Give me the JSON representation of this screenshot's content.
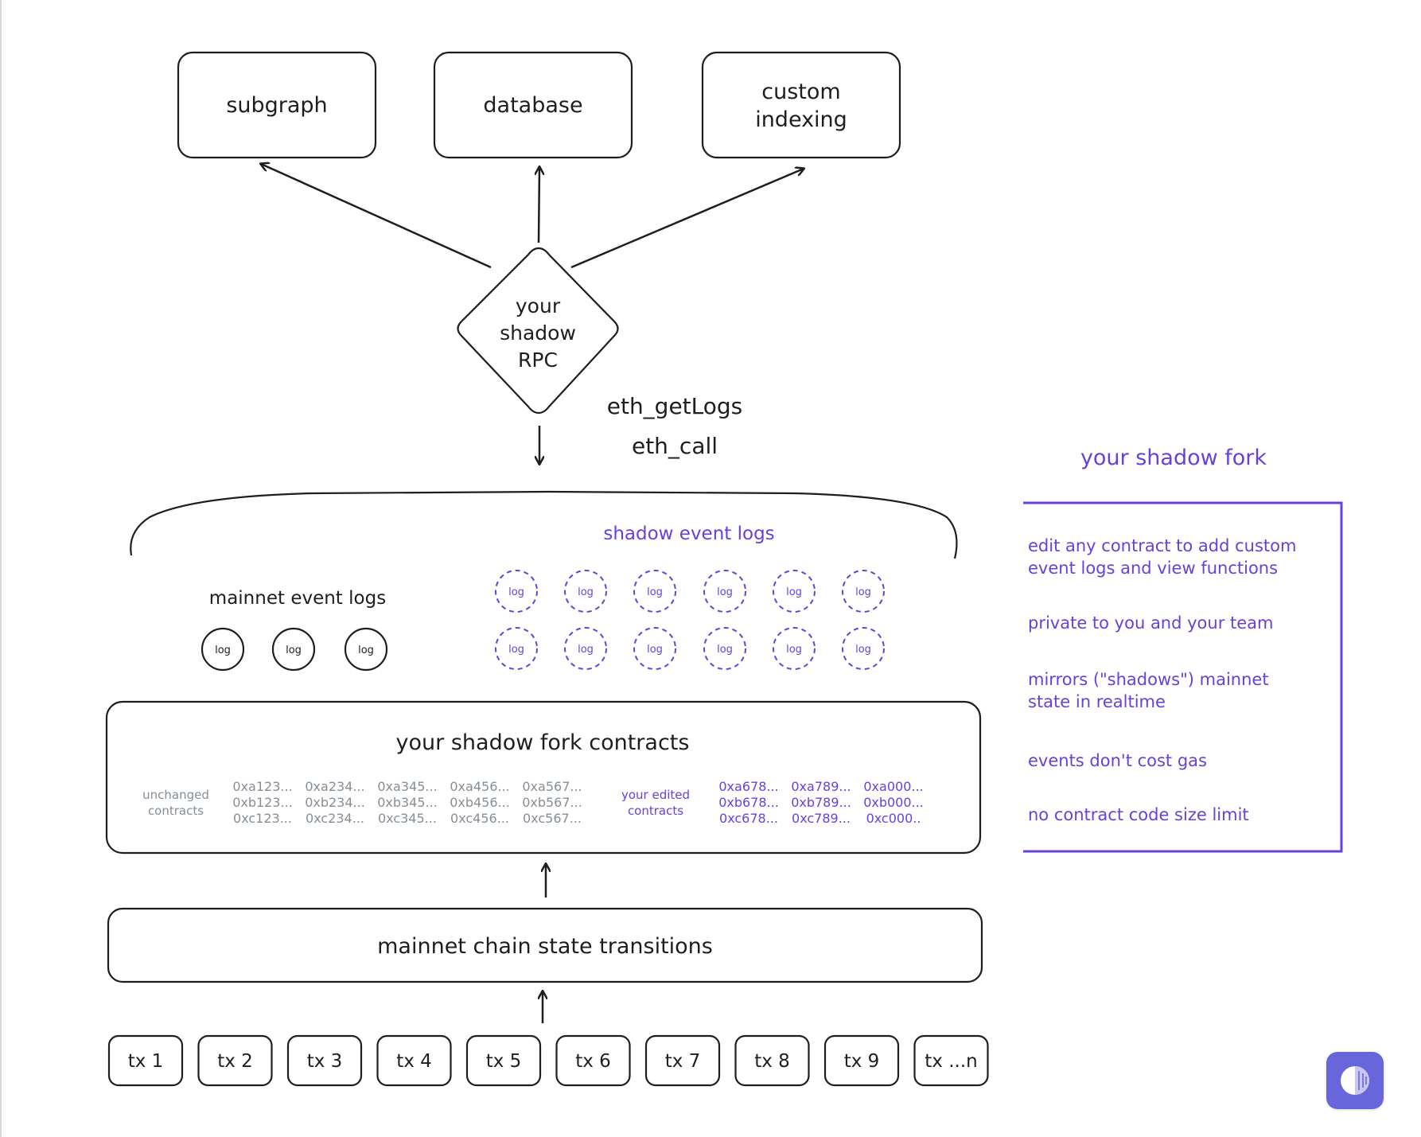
{
  "top_boxes": [
    "subgraph",
    "database",
    "custom",
    "indexing"
  ],
  "rpc": {
    "line1": "your",
    "line2": "shadow",
    "line3": "RPC"
  },
  "rpc_methods": [
    "eth_getLogs",
    "eth_call"
  ],
  "shadow_logs_title": "shadow event logs",
  "mainnet_logs_title": "mainnet event logs",
  "log_label": "log",
  "contracts": {
    "title": "your shadow fork contracts",
    "unchanged_label": [
      "unchanged",
      "contracts"
    ],
    "edited_label": [
      "your edited",
      "contracts"
    ],
    "unchanged_addresses": [
      [
        "0xa123...",
        "0xb123...",
        "0xc123..."
      ],
      [
        "0xa234...",
        "0xb234...",
        "0xc234..."
      ],
      [
        "0xa345...",
        "0xb345...",
        "0xc345..."
      ],
      [
        "0xa456...",
        "0xb456...",
        "0xc456..."
      ],
      [
        "0xa567...",
        "0xb567...",
        "0xc567..."
      ]
    ],
    "edited_addresses": [
      [
        "0xa678...",
        "0xb678...",
        "0xc678..."
      ],
      [
        "0xa789...",
        "0xb789...",
        "0xc789..."
      ],
      [
        "0xa000...",
        "0xb000...",
        "0xc000.."
      ]
    ]
  },
  "state_transitions": "mainnet chain state transitions",
  "transactions": [
    "tx 1",
    "tx 2",
    "tx 3",
    "tx 4",
    "tx 5",
    "tx 6",
    "tx 7",
    "tx 8",
    "tx 9",
    "tx ...n"
  ],
  "side_panel": {
    "title": "your shadow fork",
    "items": [
      [
        "edit any contract to add custom",
        "event logs and view functions"
      ],
      [
        "private to you and your team"
      ],
      [
        "mirrors (\"shadows\") mainnet",
        "state in realtime"
      ],
      [
        "events don't cost gas"
      ],
      [
        "no contract code size limit"
      ]
    ]
  },
  "colors": {
    "ink": "#1e1e1e",
    "accent": "#6741d9",
    "muted": "#868e96",
    "logo": "#6965db"
  }
}
